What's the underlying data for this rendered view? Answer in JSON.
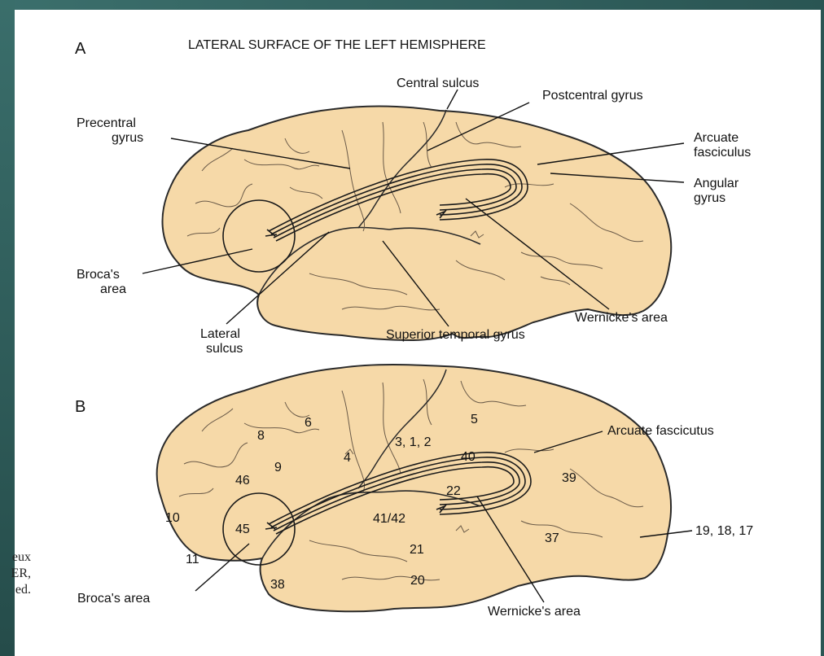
{
  "panel_a": {
    "letter": "A",
    "title": "LATERAL SURFACE OF THE LEFT HEMISPHERE",
    "labels": {
      "central_sulcus": "Central sulcus",
      "postcentral_gyrus": "Postcentral gyrus",
      "precentral_gyrus_1": "Precentral",
      "precentral_gyrus_2": "gyrus",
      "arcuate_fasciculus_1": "Arcuate",
      "arcuate_fasciculus_2": "fasciculus",
      "angular_gyrus_1": "Angular",
      "angular_gyrus_2": "gyrus",
      "brocas_area_1": "Broca's",
      "brocas_area_2": "area",
      "wernickes_area": "Wernicke's area",
      "lateral_sulcus_1": "Lateral",
      "lateral_sulcus_2": "sulcus",
      "superior_temporal_gyrus": "Superior temporal gyrus"
    }
  },
  "panel_b": {
    "letter": "B",
    "labels": {
      "arcuate_fasciculus": "Arcuate fascicutus",
      "brocas_area": "Broca's area",
      "wernickes_area": "Wernicke's area",
      "occipital_areas": "19, 18, 17"
    },
    "area_numbers": {
      "a5": "5",
      "a6": "6",
      "a8": "8",
      "a9": "9",
      "a4": "4",
      "a312": "3, 1, 2",
      "a40": "40",
      "a46": "46",
      "a39": "39",
      "a22": "22",
      "a10": "10",
      "a45": "45",
      "a4142": "41/42",
      "a21": "21",
      "a37": "37",
      "a11": "11",
      "a38": "38",
      "a20": "20"
    }
  },
  "cropped_citation": [
    "eux",
    "ER,",
    "ed."
  ],
  "colors": {
    "brain_fill": "#f6d9a8",
    "outline": "#2a2a2a",
    "background": "#2e5e5c"
  }
}
